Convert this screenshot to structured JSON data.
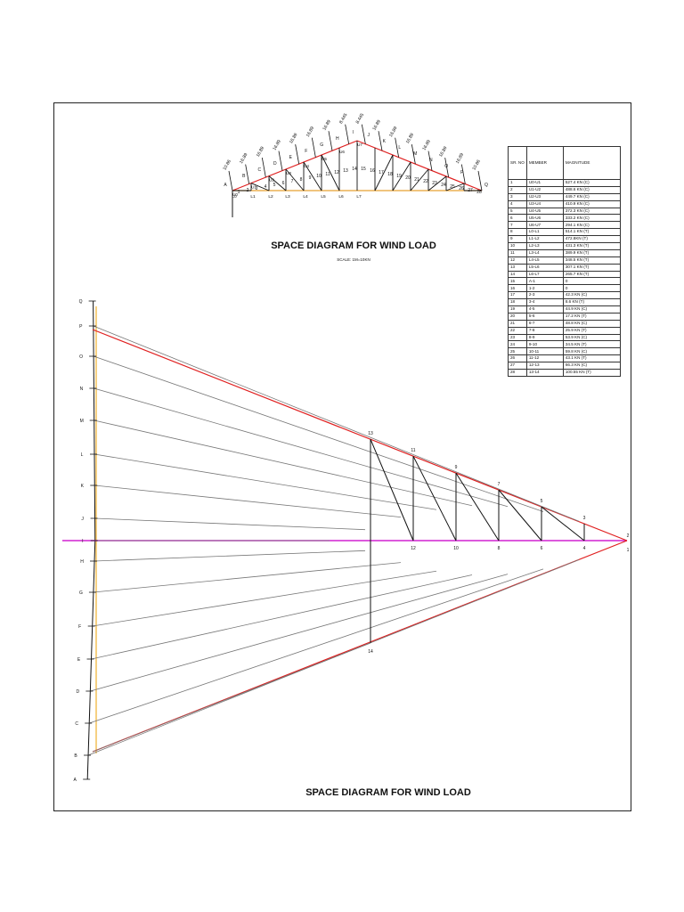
{
  "top_title": "SPACE DIAGRAM FOR WIND LOAD",
  "scale_note": "SCALE: 1M=10KN",
  "bottom_title": "SPACE DIAGRAM FOR WIND LOAD",
  "load_values": [
    "10.86",
    "16.89",
    "16.89",
    "16.89",
    "16.89",
    "16.89",
    "16.89",
    "8.445",
    "8.445",
    "16.89",
    "16.89",
    "16.89",
    "16.89",
    "16.89",
    "16.89",
    "10.86"
  ],
  "space_letters": [
    "A",
    "B",
    "C",
    "D",
    "E",
    "F",
    "G",
    "H",
    "I",
    "J",
    "K",
    "L",
    "M",
    "N",
    "O",
    "P",
    "Q"
  ],
  "top_nodes": [
    "U0",
    "U1",
    "U2",
    "U3",
    "U4",
    "U5",
    "U6",
    "U7"
  ],
  "bottom_nodes": [
    "L0",
    "L1",
    "L2",
    "L3",
    "L4",
    "L5",
    "L6",
    "L7"
  ],
  "panel_numbers": [
    "1",
    "2",
    "3",
    "4",
    "5",
    "6",
    "7",
    "8",
    "9",
    "10",
    "11",
    "12",
    "13",
    "14",
    "15",
    "16",
    "17",
    "18",
    "19",
    "20",
    "21",
    "22",
    "23",
    "24",
    "25",
    "26",
    "27",
    "28"
  ],
  "force_letters": [
    "Q",
    "P",
    "O",
    "N",
    "M",
    "L",
    "K",
    "J",
    "I",
    "H",
    "G",
    "F",
    "E",
    "D",
    "C",
    "B",
    "A"
  ],
  "force_upper_nodes": [
    "13",
    "11",
    "9",
    "7",
    "5",
    "3"
  ],
  "force_lower_nodes": [
    "12",
    "10",
    "8",
    "6",
    "4"
  ],
  "force_tip_labels": [
    "2",
    "1"
  ],
  "force_bottom_node": "14",
  "table": {
    "headers": [
      "SR. NO",
      "MEMBER",
      "MAGNITUDE"
    ],
    "rows": [
      [
        "1",
        "U0-U1",
        "527.4 KN (C)"
      ],
      [
        "2",
        "U1-U2",
        "488.6 KN (C)"
      ],
      [
        "3",
        "U2-U3",
        "449.7 KN (C)"
      ],
      [
        "4",
        "U3-U4",
        "410.9 KN (C)"
      ],
      [
        "5",
        "U4-U5",
        "372.3 KN (C)"
      ],
      [
        "6",
        "U5-U6",
        "333.2 KN (C)"
      ],
      [
        "7",
        "U6-U7",
        "294.1 KN (C)"
      ],
      [
        "8",
        "L0-L1",
        "514.1 KN (T)"
      ],
      [
        "9",
        "L1-L2",
        "472.8KN (T)"
      ],
      [
        "10",
        "L2-L3",
        "431.3 KN (T)"
      ],
      [
        "11",
        "L3-L4",
        "389.9 KN (T)"
      ],
      [
        "12",
        "L4-L5",
        "348.5 KN (T)"
      ],
      [
        "13",
        "L5-L6",
        "307.1 KN (T)"
      ],
      [
        "14",
        "L6-L7",
        "265.7 KN (T)"
      ],
      [
        "15",
        "A-1",
        "0"
      ],
      [
        "16",
        "1-2",
        "0"
      ],
      [
        "17",
        "2-3",
        "42.3 KN (C)"
      ],
      [
        "18",
        "3-4",
        "8.6 KN (T)"
      ],
      [
        "19",
        "4-5",
        "44.9 KN (C)"
      ],
      [
        "20",
        "5-6",
        "17.2 KN (T)"
      ],
      [
        "21",
        "6-7",
        "48.8 KN (C)"
      ],
      [
        "22",
        "7-8",
        "25.9 KN (T)"
      ],
      [
        "23",
        "8-9",
        "53.9 KN (C)"
      ],
      [
        "24",
        "9-10",
        "34.5 KN (T)"
      ],
      [
        "25",
        "10-11",
        "59.8 KN (C)"
      ],
      [
        "26",
        "11-12",
        "43.1 KN (T)"
      ],
      [
        "27",
        "12-13",
        "66.3 KN (C)"
      ],
      [
        "28",
        "13-14",
        "100.55 KN (T)"
      ]
    ]
  }
}
